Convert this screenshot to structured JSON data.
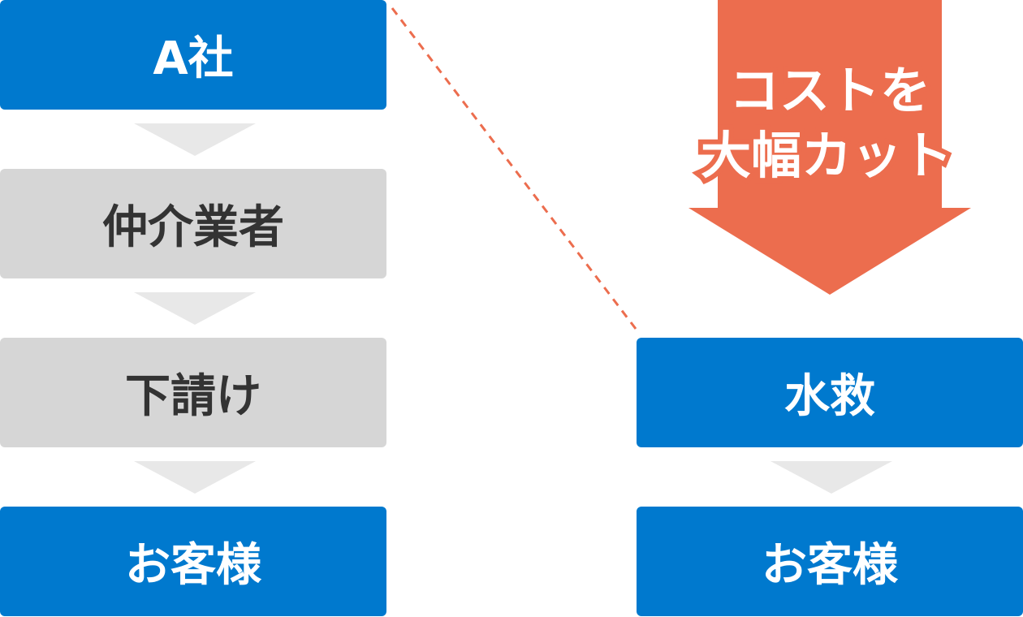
{
  "left_flow": {
    "company": "A社",
    "broker": "仲介業者",
    "subcontractor": "下請け",
    "customer": "お客様"
  },
  "right_flow": {
    "company": "水救",
    "customer": "お客様"
  },
  "cost_arrow": {
    "line1": "コストを",
    "line2": "大幅カット"
  },
  "colors": {
    "blue": "#0079CE",
    "gray": "#D6D6D6",
    "chevron": "#E8E8E8",
    "orange": "#EC6D4E"
  }
}
